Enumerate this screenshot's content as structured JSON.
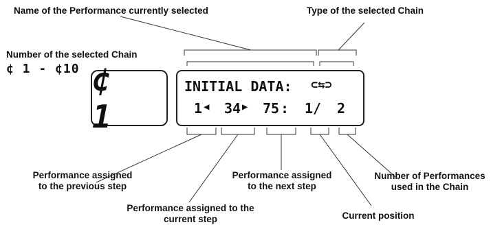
{
  "labels": {
    "name_selected": "Name of the Performance currently selected",
    "type_selected": "Type of the selected Chain",
    "number_selected": "Number of the selected Chain",
    "prev_step": [
      "Performance assigned",
      "to the previous step"
    ],
    "next_step": [
      "Performance assigned",
      "to the next step"
    ],
    "current_step": [
      "Performance assigned to the",
      "current step"
    ],
    "num_performances": [
      "Number of Performances",
      "used in the Chain"
    ],
    "current_position": "Current position"
  },
  "chain_range": "¢ 1 - ¢10",
  "chain_display": "¢ 1",
  "lcd": {
    "line1": "INITIAL DATA:",
    "chain_type_glyph": "⊂⇆⊃",
    "prev_value": "1",
    "prev_arrow": "◀",
    "current_value": "34",
    "next_arrow": "▶",
    "next_value": "75",
    "position": "1/",
    "total": "2"
  }
}
